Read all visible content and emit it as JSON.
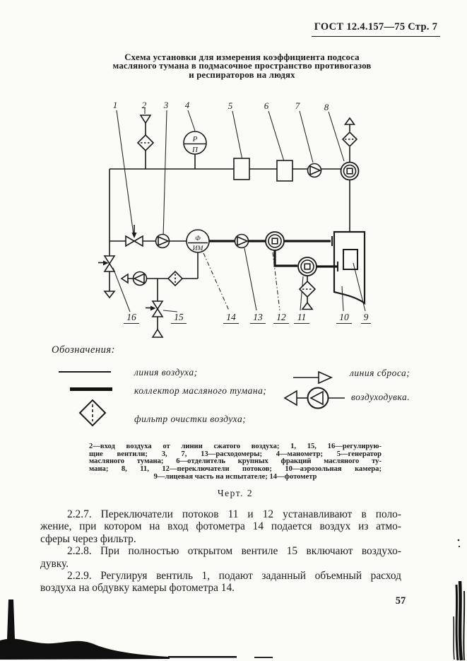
{
  "colors": {
    "paper": "#fbfbf8",
    "ink": "#1b1b1b"
  },
  "header": {
    "text": "ГОСТ 12.4.157—75 Стр. 7"
  },
  "title": {
    "lines": [
      "Схема установки для измерения коэффициента подсоса",
      "масляного тумана в подмасочное пространство противогазов",
      "и респираторов на людях"
    ]
  },
  "diagram": {
    "top_labels": [
      "1",
      "2",
      "3",
      "4",
      "5",
      "6",
      "7",
      "8"
    ],
    "bottom_labels": [
      "16",
      "15",
      "14",
      "13",
      "12",
      "11",
      "10",
      "9"
    ],
    "gauge_top": "Р",
    "gauge_bottom": "П",
    "photometer_top": "Ф",
    "photometer_bottom": "ИМ"
  },
  "legend": {
    "heading": "Обозначения:",
    "items": [
      {
        "symbol": "thin-line",
        "label": "линия воздуха;"
      },
      {
        "symbol": "thick-line",
        "label": "коллектор масляного тумана;"
      },
      {
        "symbol": "filter-diamond",
        "label": "фильтр очистки воздуха;"
      },
      {
        "symbol": "discharge-arrow",
        "label": "линия сброса;"
      },
      {
        "symbol": "blower",
        "label": "воздуходувка."
      }
    ]
  },
  "caption": {
    "lines": [
      "2—вход воздуха от линии сжатого воздуха; 1, 15, 16—регулирую-",
      "щие вентили; 3, 7, 13—расходомеры; 4—манометр; 5—генератор",
      "масляного тумана; 6—отделитель крупных фракций масляного ту-",
      "мана; 8, 11, 12—переключатели потоков; 10—аэрозольная камера;",
      "9—лицевая часть на испытателе; 14—фотометр"
    ],
    "figure": "Черт. 2"
  },
  "body": {
    "lines": [
      "2.2.7. Переключатели потоков 11 и 12 устанавливают в поло-",
      "жение, при котором на вход фотометра 14 подается воздух из атмо-",
      "сферы через фильтр.",
      "2.2.8. При полностью открытом вентиле 15 включают воздухо-",
      "дувку.",
      "2.2.9. Регулируя вентиль 1, подают заданный объемный расход",
      "воздуха на обдувку камеры фотометра 14."
    ]
  },
  "page": {
    "number": "57"
  }
}
